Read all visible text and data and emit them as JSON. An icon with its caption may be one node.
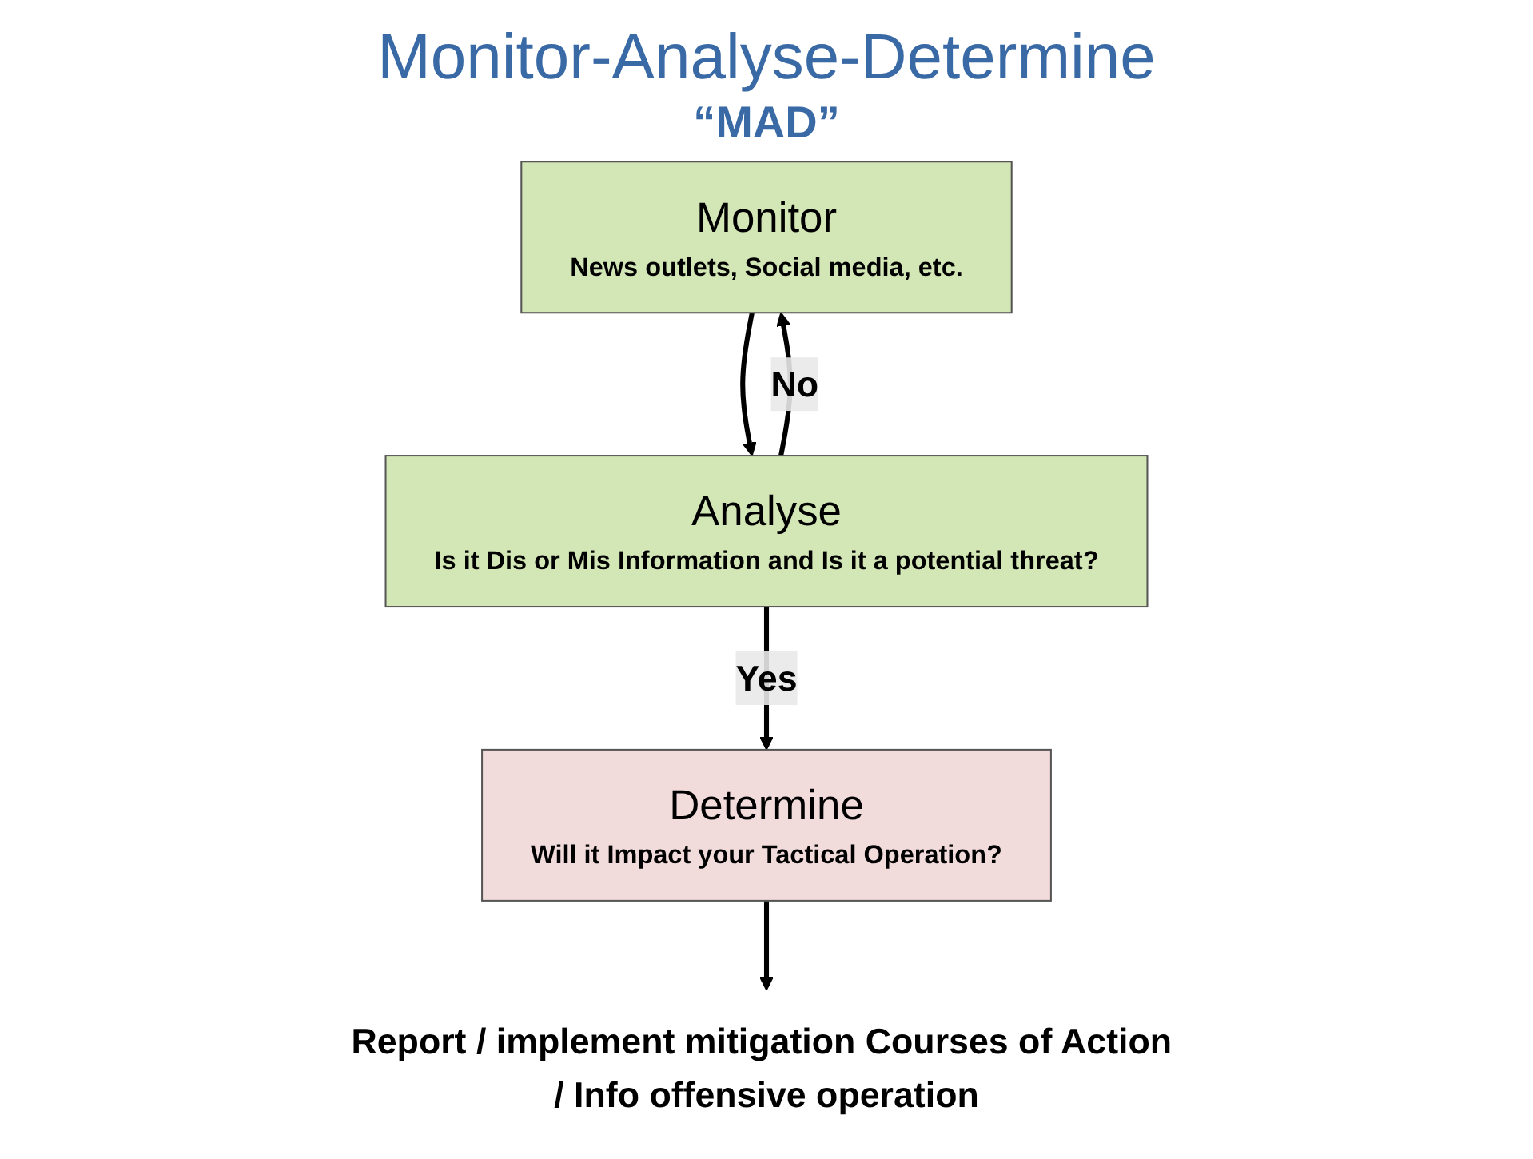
{
  "diagram": {
    "title": "Monitor-Analyse-Determine",
    "nodes": [
      {
        "text": [
          "Monitor",
          "News outlets, Social media, etc."
        ]
      },
      {
        "text": [
          "Analyse",
          "Is it Dis or Mis Information and Is it a potential threat?"
        ]
      },
      {
        "text": [
          "Determine",
          "Will it Impact your Tactical Operation?"
        ]
      },
      {
        "text": [
          "Report / implement mitigation Courses of Action / Info offensive operation"
        ]
      }
    ],
    "edges": [
      {
        "from": 0,
        "to": 1,
        "arrow": "to"
      },
      {
        "from": 1,
        "to": 2,
        "arrow": "to",
        "label": "Yes"
      },
      {
        "from": 1,
        "to": 0,
        "arrow": "to",
        "label": "No"
      },
      {
        "from": 2,
        "to": 3,
        "arrow": "to"
      }
    ],
    "labels": [
      "“MAD”"
    ]
  }
}
